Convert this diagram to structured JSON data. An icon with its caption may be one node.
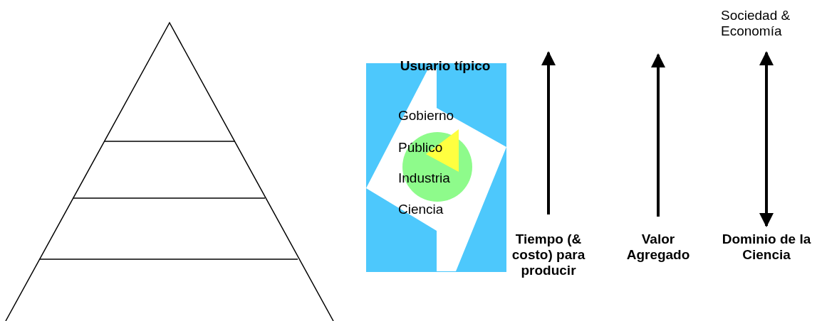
{
  "diagram": {
    "labels": [
      "Sociedad & Economía",
      "Usuario típico",
      "Gobierno",
      "Público",
      "Industria",
      "Ciencia",
      "Tiempo (& costo) para producir",
      "Valor Agregado",
      "Dominio de la Ciencia"
    ]
  }
}
